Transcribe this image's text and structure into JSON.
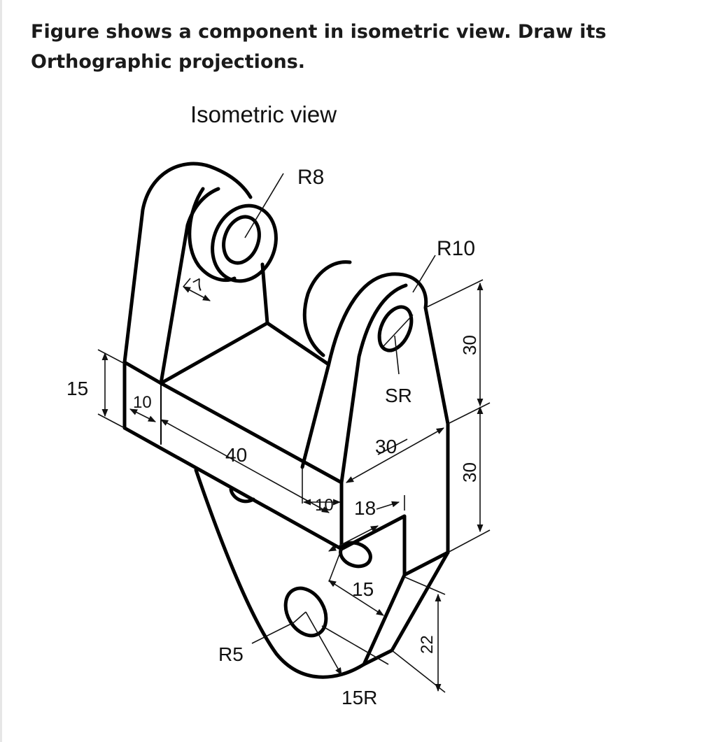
{
  "question": "Figure shows a component in isometric view. Draw its Orthographic projections.",
  "figure": {
    "caption": "Isometric view",
    "dimensions": {
      "r8": "R8",
      "r10": "R10",
      "seven": "7",
      "fifteen_height": "15",
      "ten_left": "10",
      "forty": "40",
      "thirty_top": "30",
      "thirty_mid": "30",
      "thirty_diag": "30",
      "sr": "SR",
      "ten_bottom": "10",
      "eighteen": "18",
      "fifteen_slot": "15",
      "twenty_two": "22",
      "r5": "R5",
      "fifteen_r": "15R"
    }
  }
}
